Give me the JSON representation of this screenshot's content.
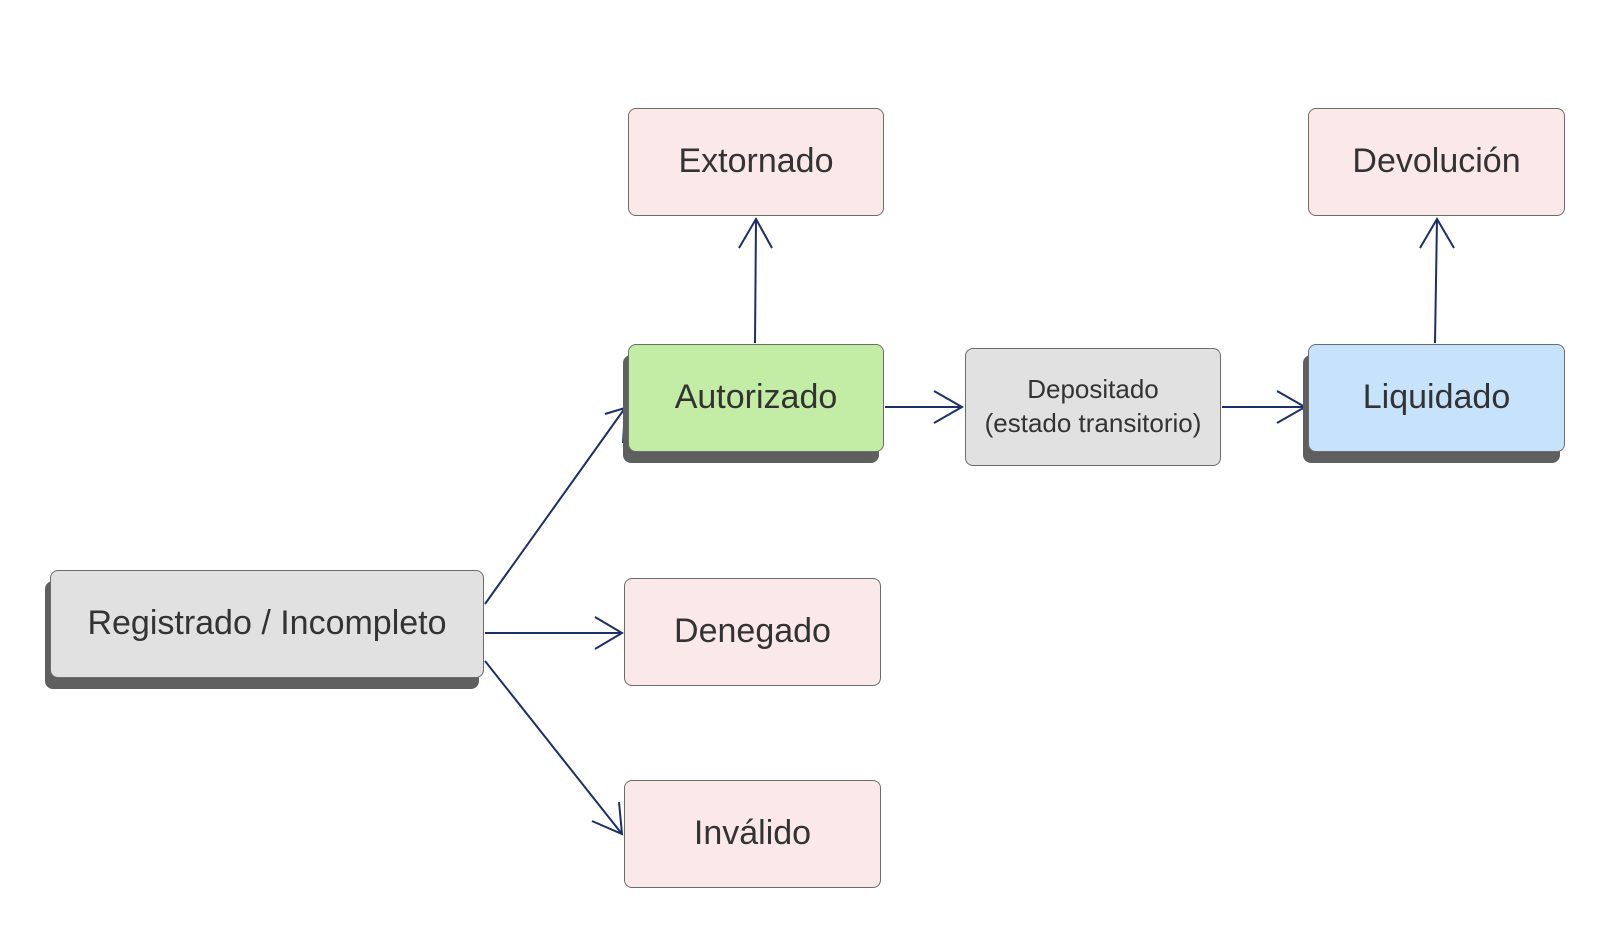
{
  "diagram": {
    "colors": {
      "grey_fill": "#e1e1e1",
      "green_fill": "#c3eca5",
      "pink_fill": "#fbe8e9",
      "blue_fill": "#c7e2fb",
      "border": "#6b6b6b",
      "shadow": "#5f5f5f",
      "arrow": "#1c2f66",
      "text": "#333333"
    },
    "nodes": {
      "registrado": {
        "label": "Registrado / Incompleto"
      },
      "autorizado": {
        "label": "Autorizado"
      },
      "extornado": {
        "label": "Extornado"
      },
      "denegado": {
        "label": "Denegado"
      },
      "invalido": {
        "label": "Inválido"
      },
      "depositado": {
        "label_line1": "Depositado",
        "label_line2": "(estado transitorio)"
      },
      "liquidado": {
        "label": "Liquidado"
      },
      "devolucion": {
        "label": "Devolución"
      }
    },
    "edges": [
      {
        "from": "Registrado / Incompleto",
        "to": "Autorizado"
      },
      {
        "from": "Registrado / Incompleto",
        "to": "Denegado"
      },
      {
        "from": "Registrado / Incompleto",
        "to": "Inválido"
      },
      {
        "from": "Autorizado",
        "to": "Extornado"
      },
      {
        "from": "Autorizado",
        "to": "Depositado"
      },
      {
        "from": "Depositado",
        "to": "Liquidado"
      },
      {
        "from": "Liquidado",
        "to": "Devolución"
      }
    ]
  }
}
